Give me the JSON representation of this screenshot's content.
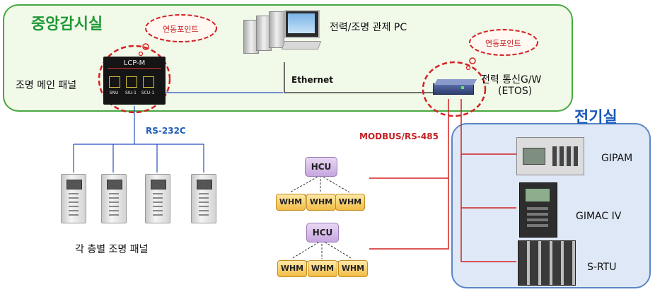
{
  "rooms": {
    "central": "중앙감시실",
    "electrical": "전기실"
  },
  "clouds": {
    "lcp_link": "연동포인트",
    "gateway_link": "연동포인트"
  },
  "labels": {
    "main_panel": "조명 메인 패널",
    "control_pc": "전력/조명 관제 PC",
    "gateway_line1": "전력 통신G/W",
    "gateway_line2": "(ETOS)",
    "floor_panels": "각 층별 조명 패널"
  },
  "protocols": {
    "ethernet": "Ethernet",
    "rs232c": "RS-232C",
    "modbus": "MODBUS/RS-485"
  },
  "lcp": {
    "title": "LCP-M",
    "slots": [
      "SNU",
      "SIU-1",
      "SCU-1"
    ]
  },
  "groups": [
    {
      "hcu": "HCU",
      "meters": [
        "WHM",
        "WHM",
        "WHM"
      ]
    },
    {
      "hcu": "HCU",
      "meters": [
        "WHM",
        "WHM",
        "WHM"
      ]
    }
  ],
  "devices": [
    "GIPAM",
    "GIMAC IV",
    "S-RTU"
  ],
  "colors": {
    "central_border": "#46a83f",
    "central_fill": "#f1f9e9",
    "electrical_border": "#5a86c6",
    "electrical_fill": "#dfe8f7",
    "rs232_line": "#2a4ec4",
    "rs485_line": "#d42020",
    "cloud_dash": "#d42020"
  }
}
